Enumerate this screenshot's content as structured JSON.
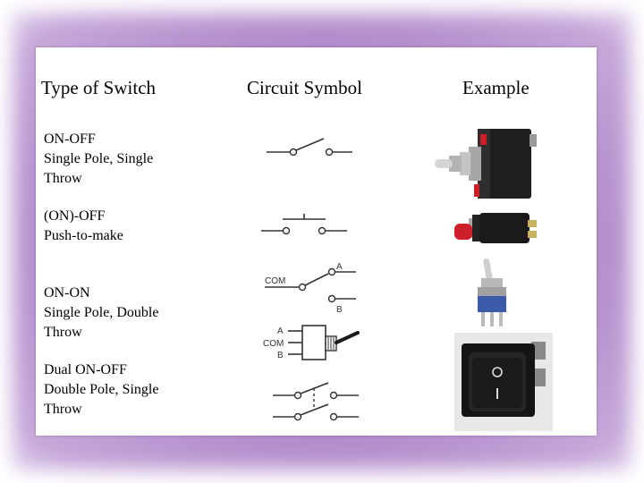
{
  "headers": {
    "type": "Type of Switch",
    "symbol": "Circuit Symbol",
    "example": "Example"
  },
  "rows": [
    {
      "lines": [
        "ON-OFF",
        "Single Pole, Single",
        "Throw"
      ]
    },
    {
      "lines": [
        "(ON)-OFF",
        "Push-to-make"
      ]
    },
    {
      "lines": [
        "ON-ON",
        "Single Pole, Double",
        "Throw"
      ]
    },
    {
      "lines": [
        "Dual ON-OFF",
        "Double Pole, Single",
        "Throw"
      ]
    }
  ],
  "symbol_labels": {
    "com": "COM",
    "a": "A",
    "b": "B"
  },
  "colors": {
    "frame": "#a97fc4",
    "switch_body": "#1a1a1a",
    "metal": "#b9b9b9",
    "red_cap": "#cc1f2a",
    "blue_base": "#3b5aa8"
  }
}
